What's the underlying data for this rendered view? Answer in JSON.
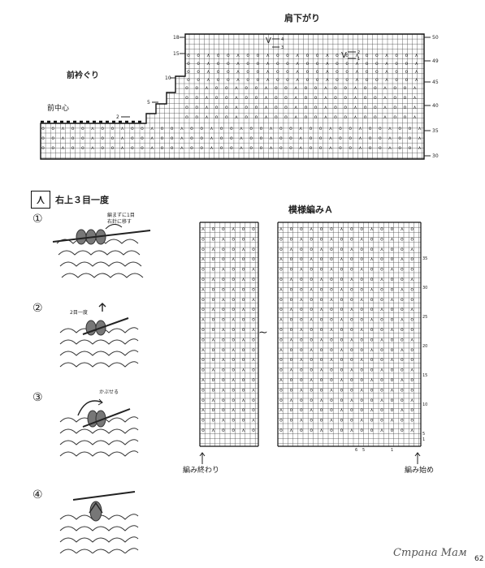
{
  "top_chart": {
    "title": "肩下がり",
    "neckline_label": "前衿ぐり",
    "center_label": "前中心",
    "left_row_marks": [
      "18",
      "15",
      "10",
      "5",
      "2"
    ],
    "right_row_marks": [
      "50",
      "49",
      "45",
      "40",
      "35",
      "30"
    ],
    "decrease_marks": [
      "4",
      "3",
      "2",
      "1"
    ]
  },
  "decrease_panel": {
    "title": "右上３目一度",
    "steps": [
      {
        "num": "①",
        "note": "編まずに1目\n右針に移す"
      },
      {
        "num": "②",
        "note": "2目一度"
      },
      {
        "num": "③",
        "note": "かぶせる"
      },
      {
        "num": "④",
        "note": ""
      }
    ]
  },
  "pattern_chart": {
    "title": "模様編みＡ",
    "end_label": "編み終わり",
    "start_label": "編み始め",
    "right_row_numbers": [
      "35",
      "30",
      "25",
      "20",
      "15",
      "10",
      "5",
      "1"
    ],
    "bottom_col_numbers": [
      "6",
      "5",
      "1"
    ]
  },
  "footer": {
    "watermark": "Страна Мам",
    "page_number": "62"
  }
}
